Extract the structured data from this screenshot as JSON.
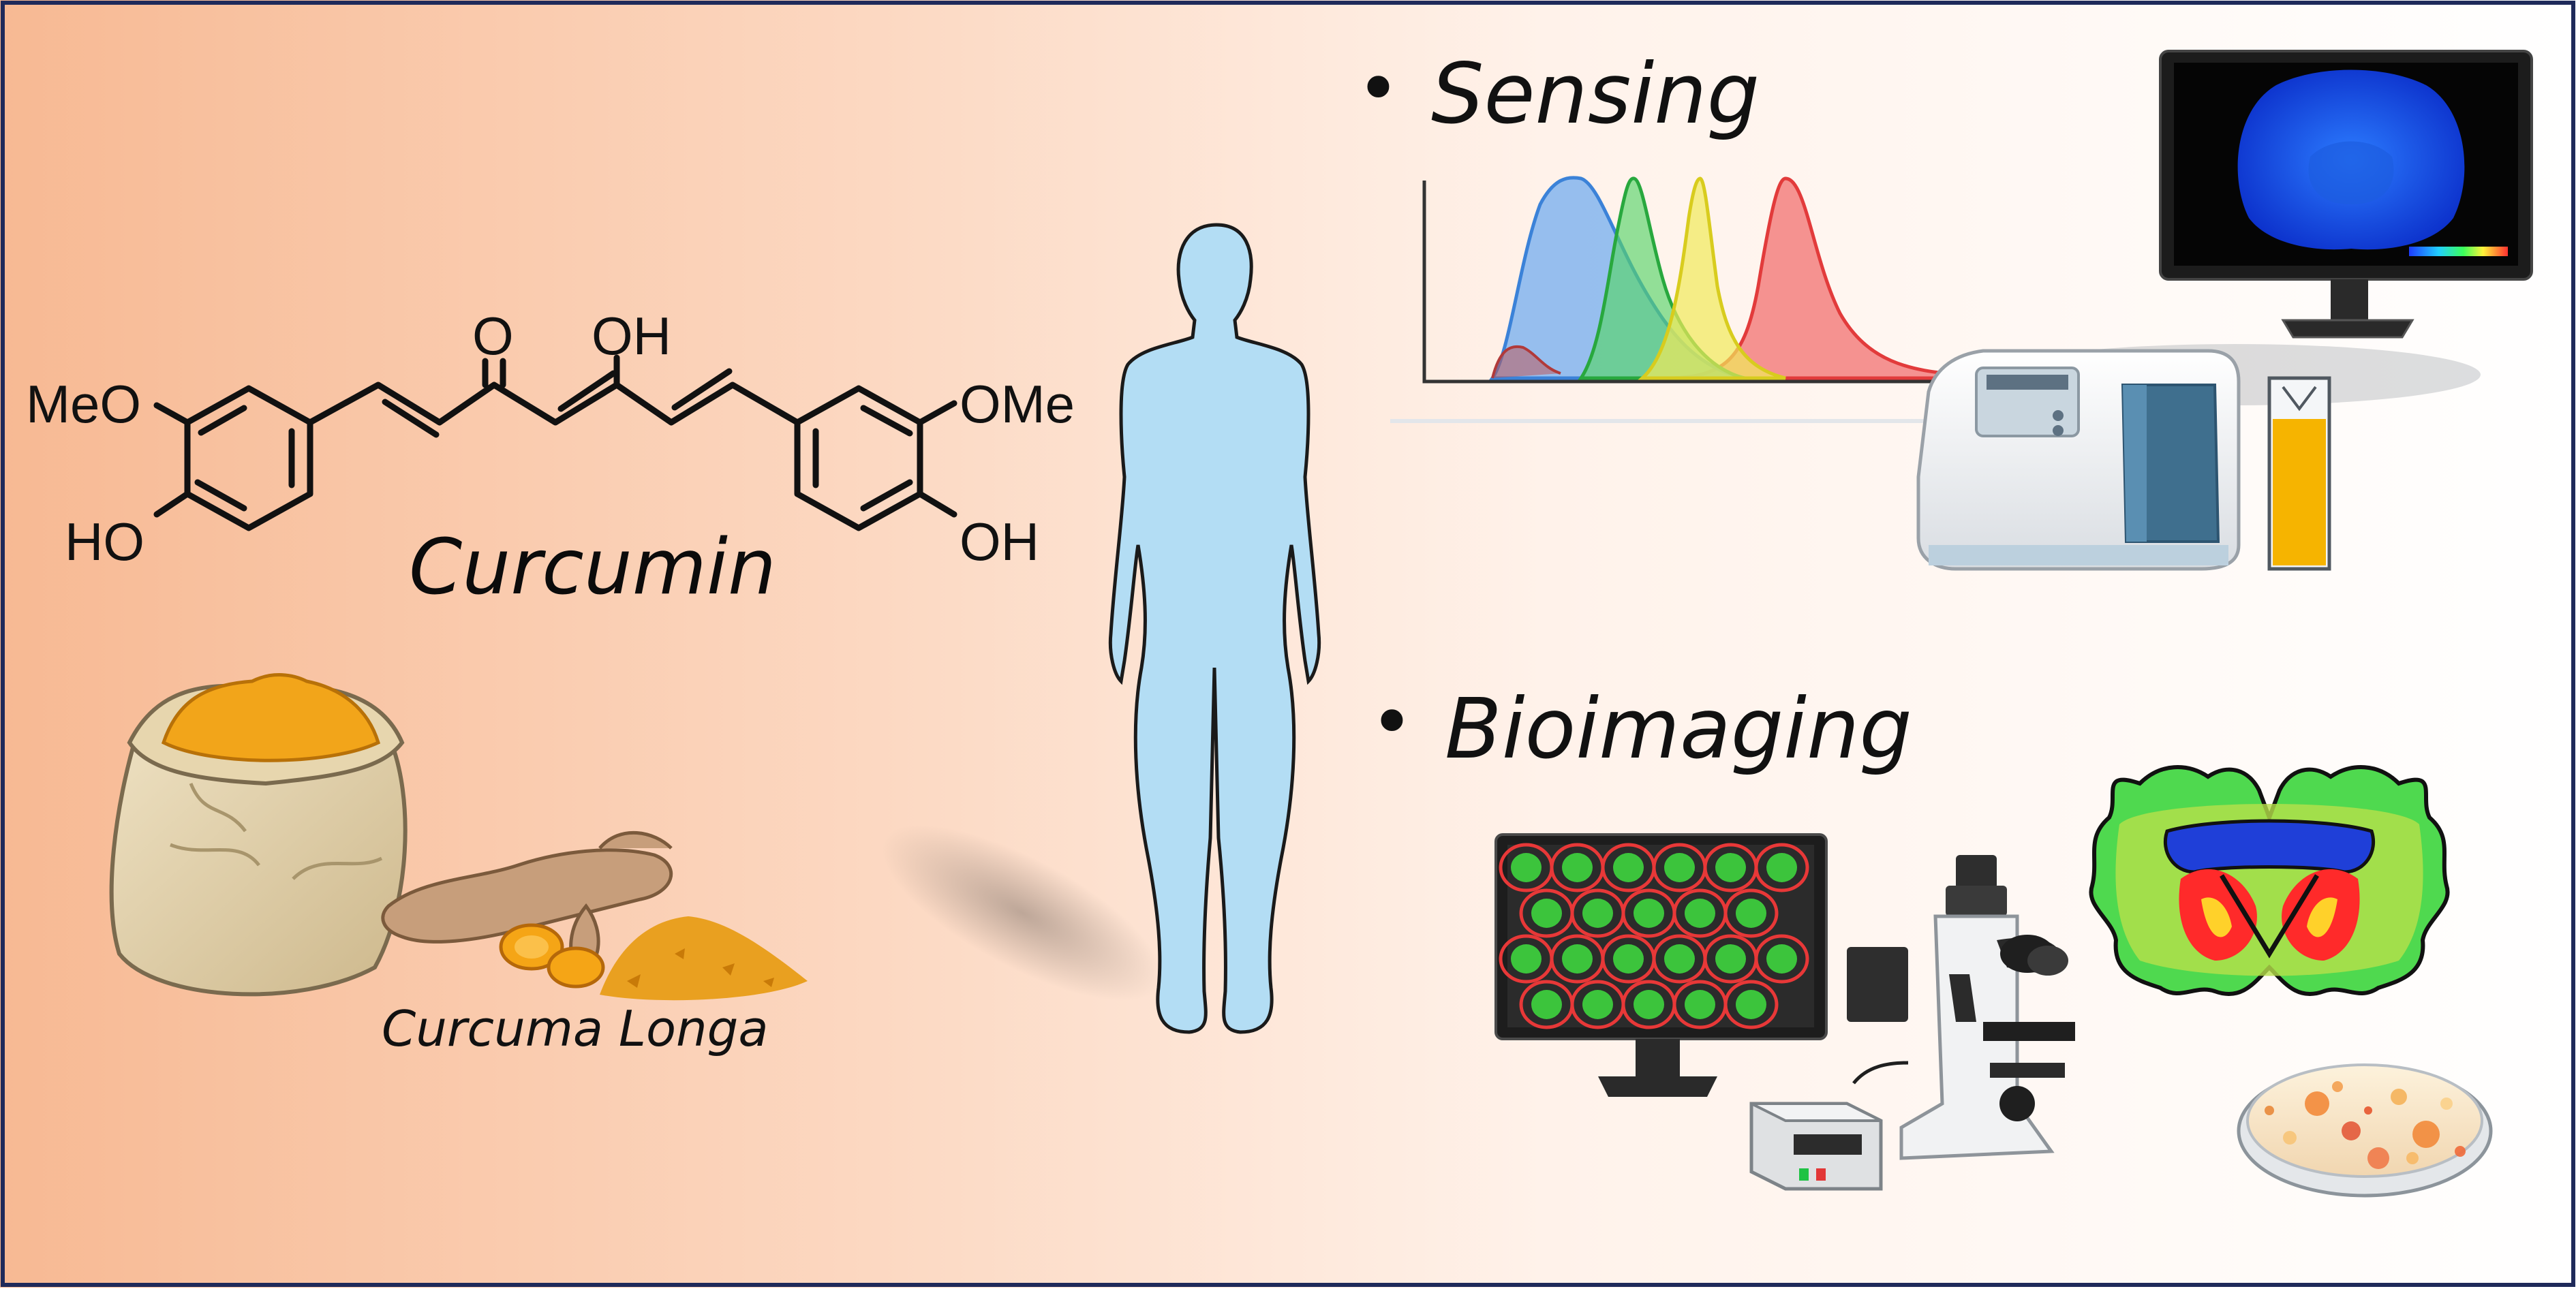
{
  "molecule": {
    "name": "Curcumin",
    "groups": {
      "methoxy_left": "MeO",
      "hydroxy_left": "HO",
      "carbonyl": "O",
      "enol": "OH",
      "methoxy_right": "OMe",
      "hydroxy_right": "OH"
    }
  },
  "source": {
    "label": "Curcuma Longa"
  },
  "applications": [
    {
      "bullet": "•",
      "title": "Sensing"
    },
    {
      "bullet": "•",
      "title": "Bioimaging"
    }
  ],
  "colors": {
    "background_left": "#f7b993",
    "background_right": "#ffffff",
    "border": "#1f2a5a",
    "human_silhouette": "#b3ddf4",
    "turmeric": "#f2a51a",
    "spectrum_blue": "#5b9bea",
    "spectrum_green": "#4ccd5d",
    "spectrum_yellow": "#ece44a",
    "spectrum_red": "#f06060",
    "cuvette_solution": "#f6b400",
    "cell_membrane": "#e83838",
    "cell_nucleus": "#3cc43c"
  }
}
